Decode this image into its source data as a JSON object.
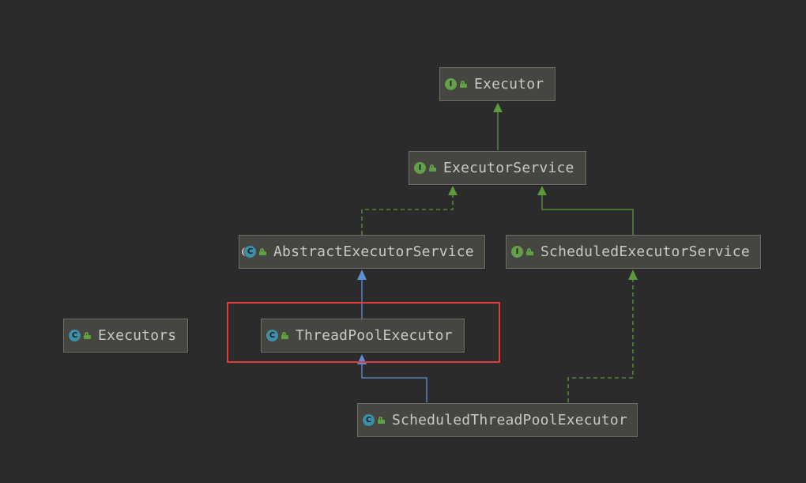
{
  "diagram": {
    "nodes": [
      {
        "id": "executor",
        "label": "Executor",
        "kind": "interface",
        "badge": "I"
      },
      {
        "id": "executorService",
        "label": "ExecutorService",
        "kind": "interface",
        "badge": "I"
      },
      {
        "id": "abstractExecutorService",
        "label": "AbstractExecutorService",
        "kind": "abstract-class",
        "badge": "C"
      },
      {
        "id": "scheduledExecutorService",
        "label": "ScheduledExecutorService",
        "kind": "interface",
        "badge": "I"
      },
      {
        "id": "executors",
        "label": "Executors",
        "kind": "class",
        "badge": "C"
      },
      {
        "id": "threadPoolExecutor",
        "label": "ThreadPoolExecutor",
        "kind": "class",
        "badge": "C"
      },
      {
        "id": "scheduledThreadPoolExecutor",
        "label": "ScheduledThreadPoolExecutor",
        "kind": "class",
        "badge": "C"
      }
    ],
    "edges": [
      {
        "from": "executorService",
        "to": "executor",
        "type": "extends-interface"
      },
      {
        "from": "abstractExecutorService",
        "to": "executorService",
        "type": "implements"
      },
      {
        "from": "scheduledExecutorService",
        "to": "executorService",
        "type": "extends-interface"
      },
      {
        "from": "threadPoolExecutor",
        "to": "abstractExecutorService",
        "type": "extends-class"
      },
      {
        "from": "scheduledThreadPoolExecutor",
        "to": "threadPoolExecutor",
        "type": "extends-class"
      },
      {
        "from": "scheduledThreadPoolExecutor",
        "to": "scheduledExecutorService",
        "type": "implements"
      }
    ],
    "highlighted": "threadPoolExecutor"
  },
  "colors": {
    "background": "#2b2b2b",
    "node_fill": "#45463f",
    "node_border": "#6f6f68",
    "text": "#c7c9c4",
    "interface_badge": "#62a14a",
    "class_badge": "#3b8fa8",
    "interface_edge": "#5a9a3c",
    "class_edge": "#5b8fd6",
    "highlight": "#e03a3a"
  }
}
